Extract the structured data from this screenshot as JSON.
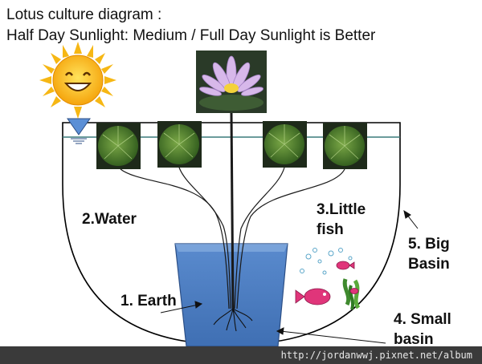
{
  "title_line1": "Lotus culture diagram :",
  "title_line2": "Half Day Sunlight: Medium / Full Day Sunlight is Better",
  "labels": {
    "water": "2.Water",
    "little_fish": [
      "3.Little",
      "fish"
    ],
    "big_basin": [
      "5. Big",
      "Basin"
    ],
    "earth": "1. Earth",
    "small_basin": [
      "4. Small",
      "basin"
    ]
  },
  "watermark": "http://jordanwwj.pixnet.net/album",
  "colors": {
    "earth_fill": "#4f7fc2",
    "basin_outline": "#000000",
    "sun": "#f6b714",
    "water_line": "#3a7a7a",
    "water_marker": "#5b8fd6",
    "lotus_flower": "#c8a2e0",
    "leaf": "#4e7b2c"
  }
}
